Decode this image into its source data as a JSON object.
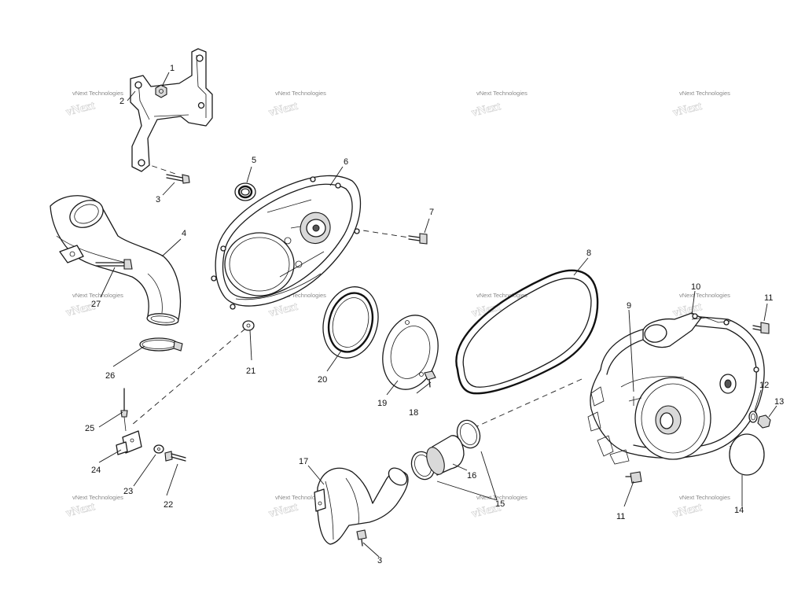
{
  "watermark": {
    "text": "vNext Technologies"
  },
  "callouts": [
    {
      "id": "c1",
      "label": "1"
    },
    {
      "id": "c2",
      "label": "2"
    },
    {
      "id": "c3a",
      "label": "3"
    },
    {
      "id": "c4",
      "label": "4"
    },
    {
      "id": "c5",
      "label": "5"
    },
    {
      "id": "c6",
      "label": "6"
    },
    {
      "id": "c7",
      "label": "7"
    },
    {
      "id": "c8",
      "label": "8"
    },
    {
      "id": "c9",
      "label": "9"
    },
    {
      "id": "c10",
      "label": "10"
    },
    {
      "id": "c11a",
      "label": "11"
    },
    {
      "id": "c11b",
      "label": "11"
    },
    {
      "id": "c12",
      "label": "12"
    },
    {
      "id": "c13",
      "label": "13"
    },
    {
      "id": "c14",
      "label": "14"
    },
    {
      "id": "c15",
      "label": "15"
    },
    {
      "id": "c16",
      "label": "16"
    },
    {
      "id": "c17",
      "label": "17"
    },
    {
      "id": "c18",
      "label": "18"
    },
    {
      "id": "c19",
      "label": "19"
    },
    {
      "id": "c20",
      "label": "20"
    },
    {
      "id": "c21",
      "label": "21"
    },
    {
      "id": "c22",
      "label": "22"
    },
    {
      "id": "c23",
      "label": "23"
    },
    {
      "id": "c24",
      "label": "24"
    },
    {
      "id": "c25",
      "label": "25"
    },
    {
      "id": "c26",
      "label": "26"
    },
    {
      "id": "c27",
      "label": "27"
    },
    {
      "id": "c3b",
      "label": "3"
    }
  ]
}
